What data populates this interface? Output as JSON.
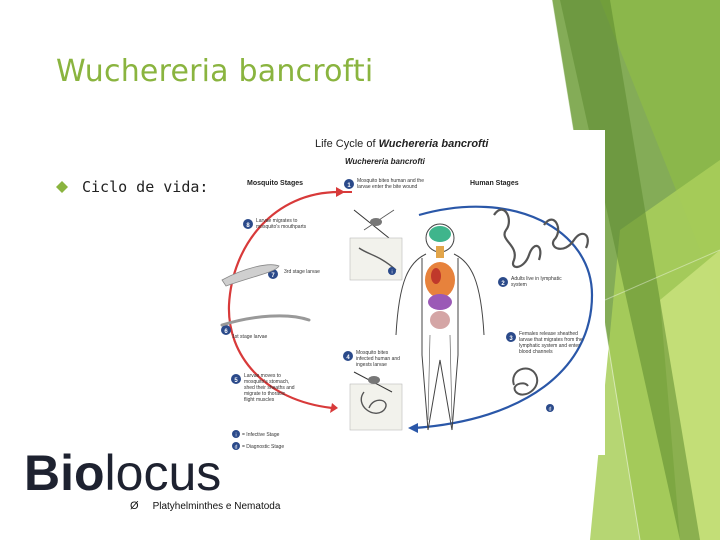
{
  "slide": {
    "title": "Wuchereria bancrofti",
    "bullet": "Ciclo de vida:",
    "theme_color": "#8ab43f"
  },
  "figure": {
    "title_plain": "Life Cycle of ",
    "title_italic": "Wuchereria bancrofti",
    "subtitle": "Wuchereria bancrofti",
    "mosquito_header": "Mosquito Stages",
    "human_header": "Human Stages",
    "steps": [
      {
        "n": "1",
        "lines": [
          "Mosquito bites human and  the",
          "larvae enter the bite wound"
        ]
      },
      {
        "n": "2",
        "lines": [
          "Adults live in lymphatic",
          "system"
        ]
      },
      {
        "n": "3",
        "lines": [
          "Females release sheathed",
          "larvae that migrates from the",
          "lymphatic system and enter",
          "blood channels"
        ]
      },
      {
        "n": "4",
        "lines": [
          "Mosquito bites",
          "infected human and",
          "ingests larvae"
        ]
      },
      {
        "n": "5",
        "lines": [
          "Larvae moves to",
          "mosquito's stomach,",
          "shed their sheaths and",
          "migrate to thoracic",
          "flight muscles"
        ]
      },
      {
        "n": "6",
        "lines": [
          "1st stage larvae"
        ]
      },
      {
        "n": "7",
        "lines": [
          "3rd stage larvae"
        ]
      },
      {
        "n": "8",
        "lines": [
          "Larvae migrates to",
          "mosquito's mouthparts"
        ]
      }
    ],
    "legend": [
      {
        "letter": "i",
        "label": "= Infective Stage"
      },
      {
        "letter": "d",
        "label": "= Diagnostic Stage"
      }
    ],
    "colors": {
      "arrow_red": "#d83a3a",
      "arrow_blue": "#2a57a8",
      "badge": "#2b4a8a"
    }
  },
  "logo": {
    "bold": "Bio",
    "regular": "locus"
  },
  "footer": {
    "bullet_glyph": "Ø",
    "text": "Platyhelminthes e Nematoda"
  }
}
